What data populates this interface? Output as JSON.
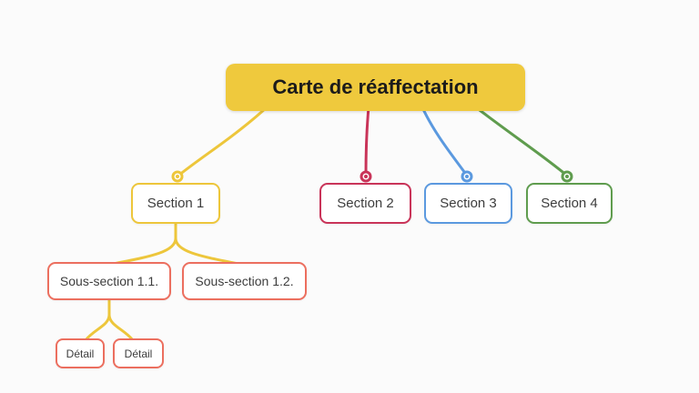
{
  "canvas": {
    "background": "#FBFBFB",
    "node_text_color": "#3d3d3d"
  },
  "mindmap": {
    "root": {
      "label": "Carte de réaffectation",
      "fill": "#EFC93D",
      "text_color": "#1b1b1b"
    },
    "sections": [
      {
        "label": "Section 1",
        "color": "#EDC63B"
      },
      {
        "label": "Section 2",
        "color": "#C93459"
      },
      {
        "label": "Section 3",
        "color": "#5B99DF"
      },
      {
        "label": "Section 4",
        "color": "#5F9C4E"
      }
    ],
    "subsections": [
      {
        "label": "Sous-section 1.1.",
        "color": "#EC6F5F"
      },
      {
        "label": "Sous-section 1.2.",
        "color": "#EC6F5F"
      }
    ],
    "details": [
      {
        "label": "Détail",
        "color": "#EC6F5F"
      },
      {
        "label": "Détail",
        "color": "#EC6F5F"
      }
    ],
    "branch_color": "#EDC63B"
  }
}
